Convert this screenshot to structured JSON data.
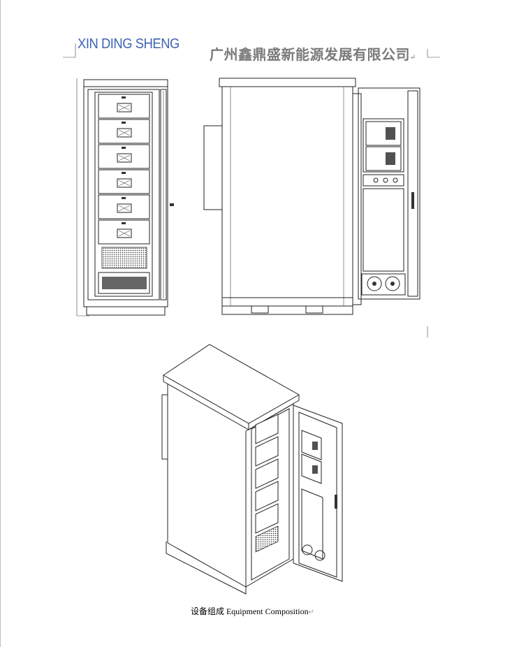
{
  "header": {
    "brand": "XIN DING SHENG",
    "company": "广州鑫鼎盛新能源发展有限公司"
  },
  "caption": {
    "text": "设备组成  Equipment Composition"
  },
  "figures": [
    {
      "id": "front-view",
      "label": ""
    },
    {
      "id": "side-open-view",
      "label": ""
    },
    {
      "id": "isometric-view",
      "label": ""
    }
  ],
  "marks": {
    "paragraph": "↵"
  }
}
